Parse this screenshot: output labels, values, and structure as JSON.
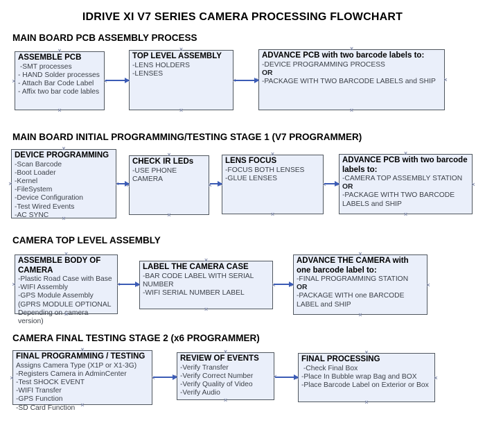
{
  "title": "IDRIVE XI V7 SERIES CAMERA PROCESSING FLOWCHART",
  "icons": {
    "handle_glyph": "×",
    "arrowhead": "solid-right-triangle"
  },
  "colors": {
    "box_fill": "#eaeffa",
    "box_border": "#4f565e",
    "arrow": "#3b5bb5",
    "handle": "#8a93b0",
    "text": "#3c4149"
  },
  "sections": [
    {
      "heading": "MAIN BOARD PCB ASSEMBLY PROCESS",
      "boxes": [
        {
          "title": "ASSEMBLE PCB",
          "items": [
            " -SMT processes",
            "- HAND Solder processes",
            "- Attach Bar Code Label",
            "- Affix two bar code lables"
          ]
        },
        {
          "title": "TOP LEVEL ASSEMBLY",
          "items": [
            "-LENS HOLDERS",
            "-LENSES"
          ]
        },
        {
          "title": "ADVANCE PCB with two barcode labels to:",
          "items": [
            "-DEVICE PROGRAMMING PROCESS",
            "OR",
            "-PACKAGE WITH TWO BARCODE LABELS and SHIP"
          ]
        }
      ]
    },
    {
      "heading": "MAIN BOARD INITIAL PROGRAMMING/TESTING STAGE 1 (V7 PROGRAMMER)",
      "boxes": [
        {
          "title": "DEVICE PROGRAMMING",
          "items": [
            "-Scan Barcode",
            "-Boot Loader",
            "-Kernel",
            "-FileSystem",
            "-Device Configuration",
            "-Test Wired Events",
            "-AC SYNC"
          ]
        },
        {
          "title": "CHECK IR LEDs",
          "items": [
            "-USE PHONE CAMERA"
          ]
        },
        {
          "title": "LENS FOCUS",
          "items": [
            "-FOCUS BOTH LENSES",
            "-GLUE LENSES"
          ]
        },
        {
          "title": "ADVANCE PCB with two barcode labels to:",
          "items": [
            "-CAMERA TOP ASSEMBLY STATION",
            "OR",
            "-PACKAGE WITH TWO BARCODE LABELS and SHIP"
          ]
        }
      ]
    },
    {
      "heading": "CAMERA TOP LEVEL ASSEMBLY",
      "boxes": [
        {
          "title": "ASSEMBLE BODY OF CAMERA",
          "items": [
            "-Plastic Road Case with Base",
            "-WIFI Assembly",
            "-GPS Module Assembly",
            "(GPRS MODULE OPTIONAL",
            "Depending on camera version)"
          ]
        },
        {
          "title": "LABEL THE CAMERA CASE",
          "items": [
            "-BAR CODE LABEL WITH SERIAL NUMBER",
            "-WIFI SERIAL NUMBER LABEL"
          ]
        },
        {
          "title": "ADVANCE THE CAMERA with one barcode label to:",
          "items": [
            "-FINAL PROGRAMMING STATION",
            "OR",
            "-PACKAGE WITH one BARCODE LABEL and SHIP"
          ]
        }
      ]
    },
    {
      "heading": "CAMERA FINAL TESTING STAGE 2 (x6 PROGRAMMER)",
      "boxes": [
        {
          "title": "FINAL PROGRAMMING / TESTING",
          "items": [
            "Assigns Camera Type (X1P or X1-3G)",
            "-Registers Camera in AdminCenter",
            "-Test SHOCK EVENT",
            "-WIFI Transfer",
            "-GPS Function",
            "-SD Card Function"
          ]
        },
        {
          "title": "REVIEW OF EVENTS",
          "items": [
            "-Verify Transfer",
            "-Verify Correct Number",
            "-Verify Quality of Video",
            "-Verify Audio"
          ]
        },
        {
          "title": "FINAL PROCESSING",
          "items": [
            " -Check Final Box",
            "-Place In Bubble wrap Bag and BOX",
            "-Place Barcode Label on Exterior or Box"
          ]
        }
      ]
    }
  ]
}
